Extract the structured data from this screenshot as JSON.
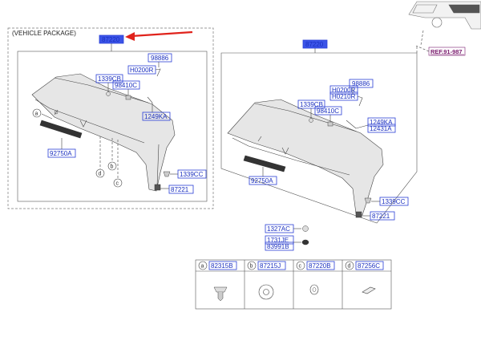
{
  "package_label": "(VEHICLE PACKAGE)",
  "ref_label": "REF.91-987",
  "left_group": {
    "main_part": "87220",
    "parts": {
      "p98886": "98886",
      "h0200r": "H0200R",
      "c1339cb": "1339CB",
      "c98410c": "98410C",
      "c1249ka": "1249KA",
      "c92750a": "92750A",
      "c1339cc": "1339CC",
      "c87221": "87221"
    },
    "callouts": [
      "a",
      "b",
      "c",
      "d"
    ]
  },
  "right_group": {
    "main_part": "87220",
    "parts": {
      "p98886": "98886",
      "h0200r": "H0200R",
      "h0210r": "H0210R",
      "c1339cb": "1339CB",
      "c98410c": "98410C",
      "c1249ka": "1249KA",
      "c12431a": "12431A",
      "c92750a": "92750A",
      "c1339cc": "1339CC",
      "c87221": "87221",
      "c1327ac": "1327AC",
      "c1731je": "1731JE",
      "c83991b": "83991B"
    }
  },
  "legend": [
    {
      "letter": "a",
      "part": "82315B"
    },
    {
      "letter": "b",
      "part": "87215J"
    },
    {
      "letter": "c",
      "part": "87220B"
    },
    {
      "letter": "d",
      "part": "87256C"
    }
  ],
  "colors": {
    "part_label": "#1a2fbf",
    "highlight": "#3b54e8",
    "arrow": "#e0231c",
    "ref": "#7a1b6e"
  }
}
